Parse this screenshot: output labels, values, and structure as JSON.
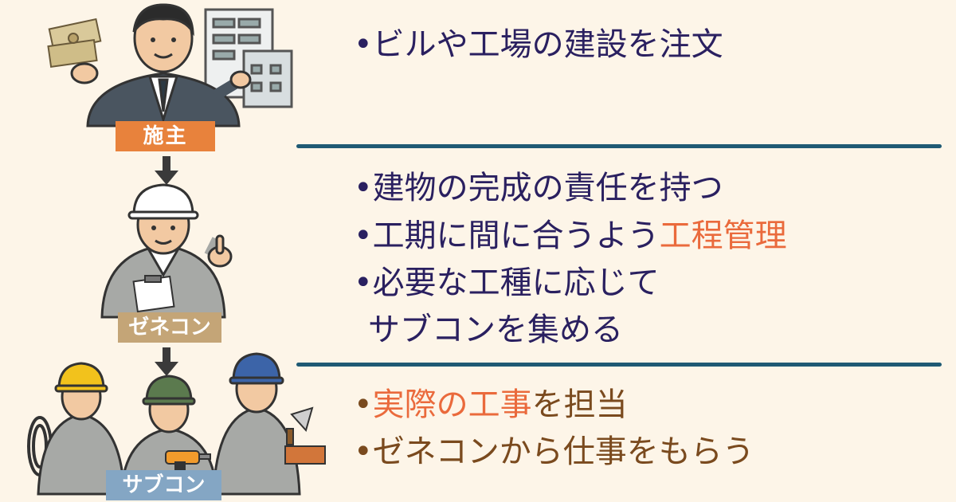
{
  "roles": {
    "owner": {
      "label": "施主",
      "lines": [
        {
          "bullet": "•",
          "text": "ビルや工場の建設を注文"
        }
      ]
    },
    "general_contractor": {
      "label": "ゼネコン",
      "lines": [
        {
          "bullet": "•",
          "text": "建物の完成の責任を持つ"
        },
        {
          "bullet": "•",
          "text": "工期に間に合うよう",
          "highlight": "工程管理"
        },
        {
          "bullet": "•",
          "text": "必要な工種に応じて"
        },
        {
          "bullet": "",
          "text": "サブコンを集める"
        }
      ]
    },
    "subcontractor": {
      "label": "サブコン",
      "lines": [
        {
          "bullet": "•",
          "highlight": "実際の工事",
          "text": "を担当"
        },
        {
          "bullet": "•",
          "text": "ゼネコンから仕事をもらう"
        }
      ]
    }
  },
  "colors": {
    "background": "#fdf5e8",
    "divider": "#1f5a74",
    "text_primary": "#2a2060",
    "text_brown": "#7a4a1e",
    "highlight": "#ea6a3c",
    "owner_label": "#e8823c",
    "gc_label": "#c4a577",
    "sub_label": "#84a6c4"
  },
  "icons": [
    "businessman-icon",
    "money-icon",
    "building-icon",
    "down-arrow-icon",
    "hardhat-worker-icon",
    "clipboard-icon",
    "drill-icon",
    "trowel-icon",
    "brick-icon",
    "cable-reel-icon"
  ]
}
